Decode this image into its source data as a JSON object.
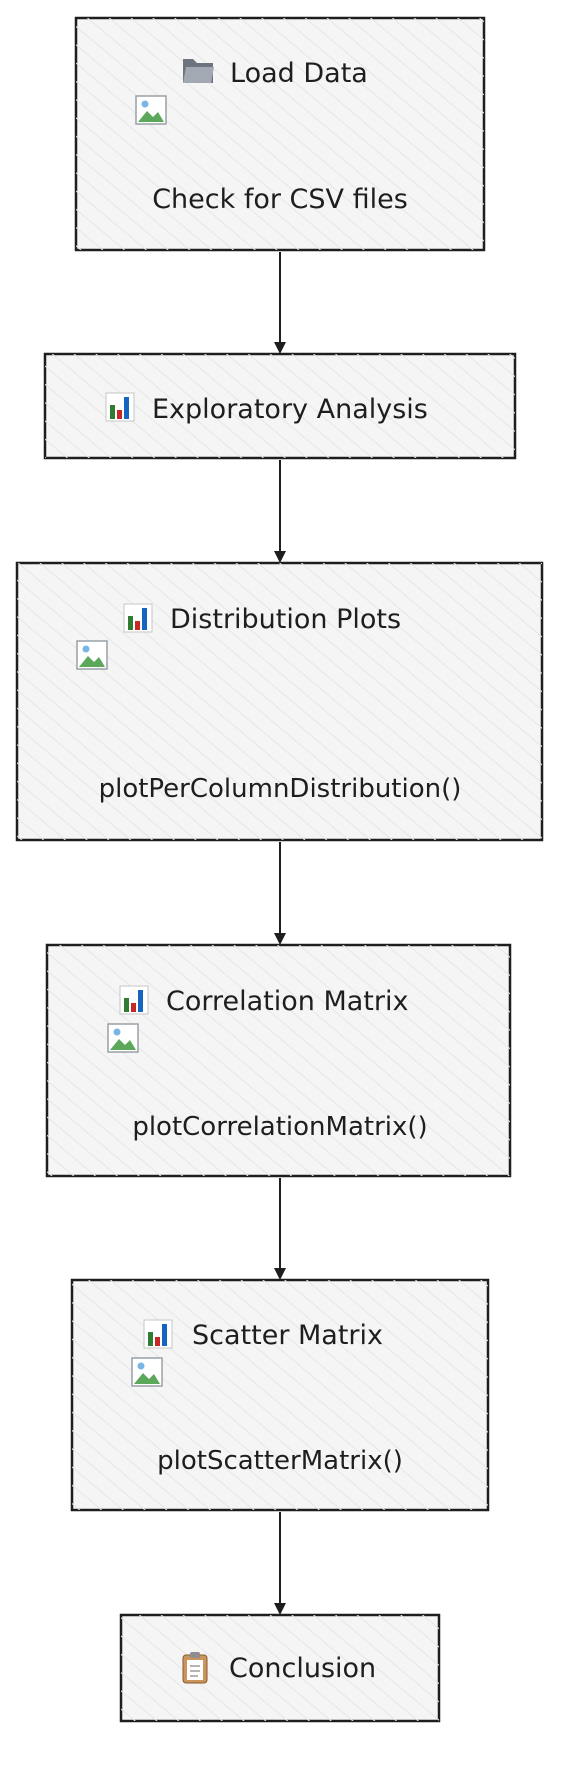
{
  "nodes": [
    {
      "id": "load",
      "icon": "folder-icon",
      "title": "Load Data",
      "has_image": true,
      "subtitle": "Check for CSV files"
    },
    {
      "id": "explore",
      "icon": "bar-chart-icon",
      "title": "Exploratory Analysis",
      "has_image": false,
      "subtitle": ""
    },
    {
      "id": "distribution",
      "icon": "bar-chart-icon",
      "title": "Distribution Plots",
      "has_image": true,
      "subtitle": "plotPerColumnDistribution()"
    },
    {
      "id": "correlation",
      "icon": "bar-chart-icon",
      "title": "Correlation Matrix",
      "has_image": true,
      "subtitle": "plotCorrelationMatrix()"
    },
    {
      "id": "scatter",
      "icon": "bar-chart-icon",
      "title": "Scatter Matrix",
      "has_image": true,
      "subtitle": "plotScatterMatrix()"
    },
    {
      "id": "conclusion",
      "icon": "clipboard-icon",
      "title": "Conclusion",
      "has_image": false,
      "subtitle": ""
    }
  ],
  "edges": [
    {
      "from": "load",
      "to": "explore"
    },
    {
      "from": "explore",
      "to": "distribution"
    },
    {
      "from": "distribution",
      "to": "correlation"
    },
    {
      "from": "correlation",
      "to": "scatter"
    },
    {
      "from": "scatter",
      "to": "conclusion"
    }
  ],
  "colors": {
    "node_fill": "#f5f5f5",
    "node_stroke": "#1e1e1e",
    "edge": "#1e1e1e",
    "hatch": "#e4e4e4",
    "text": "#1e1e1e"
  }
}
